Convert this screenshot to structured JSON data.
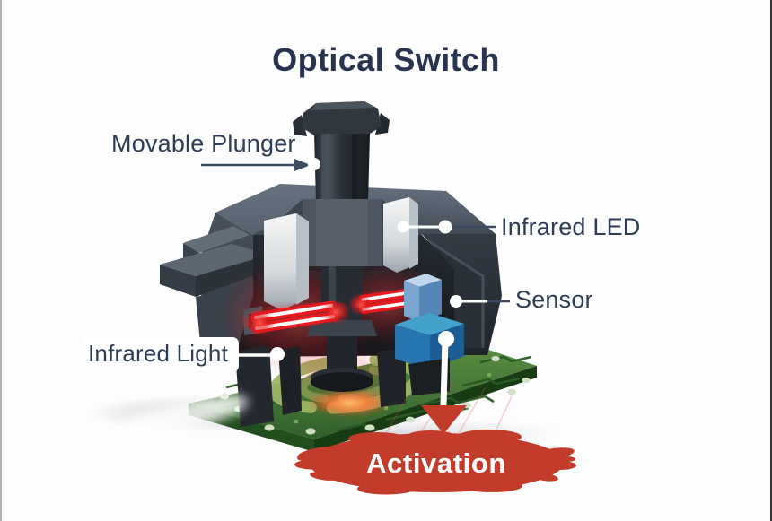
{
  "title": "Optical Switch",
  "labels": {
    "movable_plunger": "Movable Plunger",
    "infrared_led": "Infrared LED",
    "sensor": "Sensor",
    "infrared_light": "Infrared Light",
    "activation": "Activation"
  },
  "colors": {
    "background": "#fdfdfe",
    "title_text": "#27334f",
    "label_text": "#2e3d56",
    "callout_line": "#3d4a63",
    "callout_dot": "#ffffff",
    "housing_gray": "#3a424c",
    "housing_dark": "#22272e",
    "plunger_dark": "#2b3037",
    "silver_pillar": "#e8eaec",
    "beam_red": "#e8191f",
    "beam_core": "#ffffff",
    "glow_orange": "#ff7a33",
    "sensor_blue_light": "#7aa6cf",
    "sensor_blue": "#2674b0",
    "pcb_green": "#3f7a35",
    "pcb_edge_green": "#1d4517",
    "ring_olive": "#9db566",
    "activation_red": "#c33b2a",
    "activation_text": "#ffffff"
  }
}
